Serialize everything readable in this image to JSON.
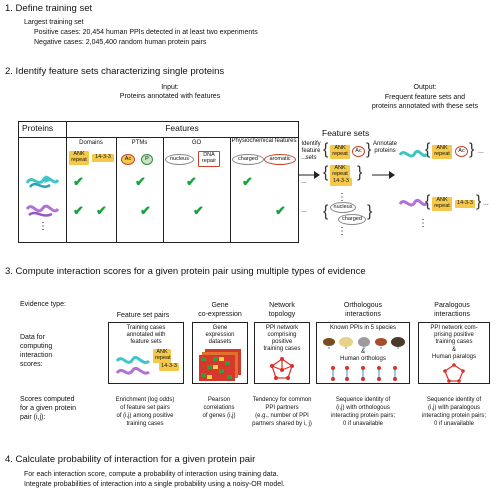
{
  "step1": {
    "heading": "1. Define training set",
    "lines": [
      "Largest training set",
      "Positive cases: 20,454 human PPIs detected in at least two experiments",
      "Negative cases: 2,045,400 random human protein pairs"
    ]
  },
  "step2": {
    "heading": "2. Identify feature sets characterizing single proteins",
    "input_label": [
      "Input:",
      "Proteins annotated with features"
    ],
    "output_label": [
      "Output:",
      "Frequent feature sets and",
      "proteins annotated with these sets"
    ],
    "table": {
      "proteins_header": "Proteins",
      "features_header": "Features",
      "columns": [
        "Domains",
        "PTMs",
        "GO",
        "Physiochemical features"
      ],
      "col_items": {
        "domains": [
          "ANK repeat",
          "14-3-3"
        ],
        "ptms": [
          "Ac",
          "P"
        ],
        "go": [
          "nucleus",
          "DNA repair"
        ],
        "phys": [
          "charged",
          "aromatic"
        ]
      },
      "ellipsis": "...",
      "dots": "⋮"
    },
    "arrow_identify": "Identify feature sets",
    "arrow_annotate": "Annotate proteins",
    "feature_sets_title": "Feature sets",
    "sets": [
      [
        "ANK repeat",
        "Ac"
      ],
      [
        "ANK repeat",
        "14-3-3"
      ],
      [
        "nucleus",
        "charged"
      ]
    ]
  },
  "step3": {
    "heading": "3. Compute interaction scores for a given protein pair using multiple types of evidence",
    "row_labels": {
      "evidence": "Evidence type:",
      "data": [
        "Data for",
        "computing",
        "interaction",
        "scores:"
      ],
      "scores": [
        "Scores computed",
        "for a given protein",
        "pair (i,j):"
      ]
    },
    "evidence": [
      {
        "title": [
          "Feature set pairs"
        ],
        "box": [
          "Training cases",
          "annotated with",
          "feature sets"
        ],
        "score": [
          "Enrichment (log odds)",
          "of feature set pairs",
          "of (i,j) among positive",
          "training cases"
        ]
      },
      {
        "title": [
          "Gene",
          "co-expression"
        ],
        "box": [
          "Gene",
          "expression",
          "datasets"
        ],
        "score": [
          "Pearson",
          "correlations",
          "of genes (i,j)"
        ]
      },
      {
        "title": [
          "Network",
          "topology"
        ],
        "box": [
          "PPI network",
          "comprising",
          "positive",
          "training cases"
        ],
        "score": [
          "Tendency for common",
          "PPI partners",
          "(e.g., number of PPI",
          "partners shared by i, j)"
        ]
      },
      {
        "title": [
          "Orthologous",
          "interactions"
        ],
        "box": [
          "Known PPIs in 5 species",
          "&",
          "Human orthologs"
        ],
        "score": [
          "Sequence identity of",
          "(i,j) with orthologous",
          "interacting protein pairs;",
          "0 if unavailable"
        ]
      },
      {
        "title": [
          "Paralogous",
          "interactions"
        ],
        "box": [
          "PPI network com-",
          "prising positive",
          "training cases",
          "&",
          "Human paralogs"
        ],
        "score": [
          "Sequence identity of",
          "(i,j) with paralogous",
          "interacting protein pairs;",
          "0 if unavailable"
        ]
      }
    ],
    "feature_set_pair_tags": [
      "ANK repeat",
      "14-3-3"
    ]
  },
  "step4": {
    "heading": "4. Calculate probability of interaction for a given protein pair",
    "lines": [
      "For each interaction score, compute a probability of interaction using training data.",
      "Integrate probabilities of interaction into a single probability using a noisy-OR model."
    ]
  },
  "colors": {
    "check": "#18a33a",
    "tag_yellow": "#f4c84a",
    "tag_red_border": "#c9432c",
    "protein_cyan": "#3ec6c9",
    "protein_purple": "#b072d6",
    "network_red": "#d9302a",
    "arrow": "#222222"
  }
}
